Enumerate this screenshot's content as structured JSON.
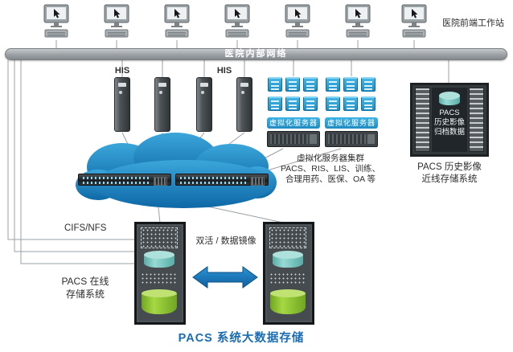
{
  "colors": {
    "cloud_blue": "#1f86c2",
    "arrow_blue": "#1b79bd",
    "accent_text_blue": "#1b6db3",
    "label_bar_blue": "#2d9fd6",
    "network_bar_gray": "#9aa0a4",
    "teal_cylinder": "#7ccbc7",
    "green_cylinder": "#8dc63f"
  },
  "top": {
    "frontend_label": "医院前端工作站"
  },
  "network": {
    "label": "医院内部网络"
  },
  "his": {
    "label1": "HIS",
    "label2": "HIS"
  },
  "virtualization": {
    "group1_label": "虚拟化服务器",
    "group2_label": "虚拟化服务器",
    "cluster_lines": [
      "虚拟化服务器集群",
      "PACS、RIS、LIS、训练、",
      "合理用药、医保、OA 等"
    ]
  },
  "nearline": {
    "panel_lines": [
      "PACS",
      "历史影像",
      "归档数据"
    ],
    "caption_lines": [
      "PACS 历史影像",
      "近线存储系统"
    ]
  },
  "online_storage": {
    "protocol": "CIFS/NFS",
    "caption_lines": [
      "PACS 在线",
      "存储系统"
    ]
  },
  "mirror": {
    "label": "双活 / 数据镜像"
  },
  "title": "PACS 系统大数据存储"
}
